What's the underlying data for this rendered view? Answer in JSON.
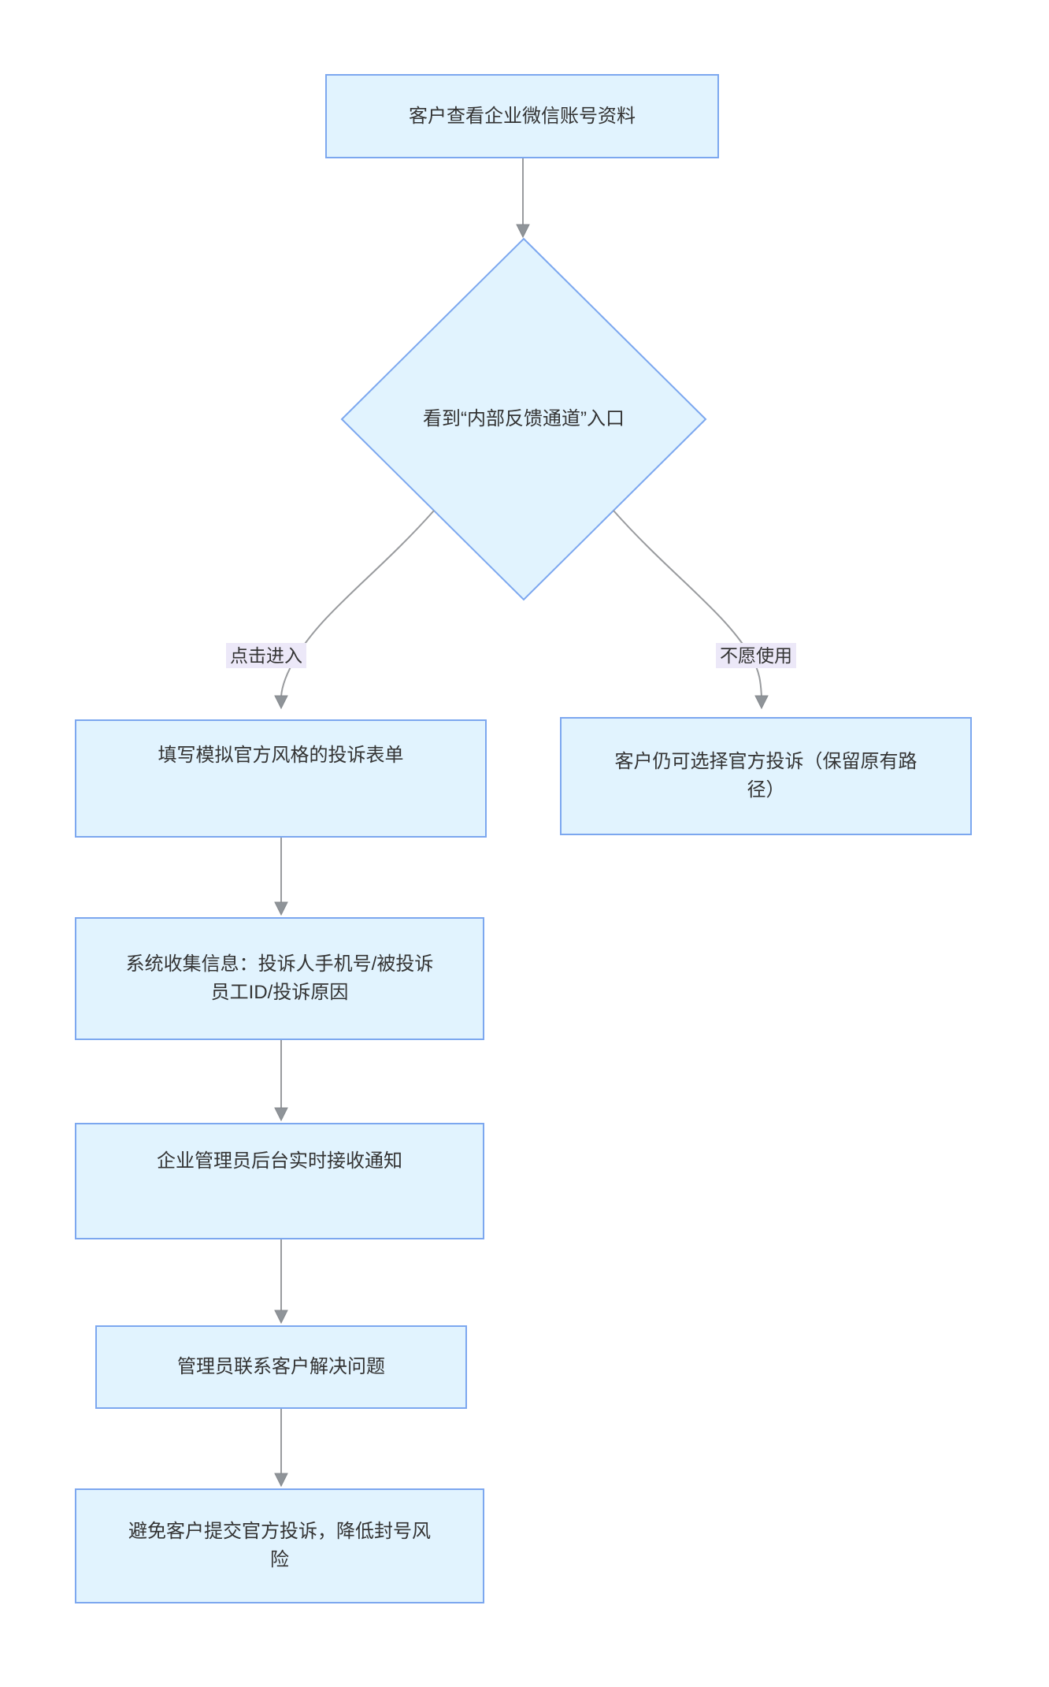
{
  "diagram": {
    "type": "flowchart",
    "direction": "top-down",
    "nodes": {
      "view_profile": {
        "label": "客户查看企业微信账号资料",
        "shape": "rect"
      },
      "see_entry": {
        "label": "看到“内部反馈通道”入口",
        "shape": "diamond"
      },
      "fill_form": {
        "label": "填写模拟官方风格的投诉表单",
        "shape": "rect"
      },
      "official_path": {
        "label": "客户仍可选择官方投诉（保留原有路\n径）",
        "shape": "rect"
      },
      "collect_info": {
        "label": "系统收集信息：投诉人手机号/被投诉\n员工ID/投诉原因",
        "shape": "rect"
      },
      "admin_notify": {
        "label": "企业管理员后台实时接收通知",
        "shape": "rect"
      },
      "admin_contact": {
        "label": "管理员联系客户解决问题",
        "shape": "rect"
      },
      "avoid_complaint": {
        "label": "避免客户提交官方投诉，降低封号风\n险",
        "shape": "rect"
      }
    },
    "edges": {
      "click_enter": {
        "label": "点击进入",
        "from": "see_entry",
        "to": "fill_form"
      },
      "refuse": {
        "label": "不愿使用",
        "from": "see_entry",
        "to": "official_path"
      }
    },
    "colors": {
      "node_fill": "#e1f3fe",
      "node_border": "#7ca7ef",
      "connector": "#999b9e",
      "arrowhead": "#8f9499",
      "edge_label_bg": "#ece8f8",
      "text": "#333333",
      "background": "#ffffff"
    }
  }
}
